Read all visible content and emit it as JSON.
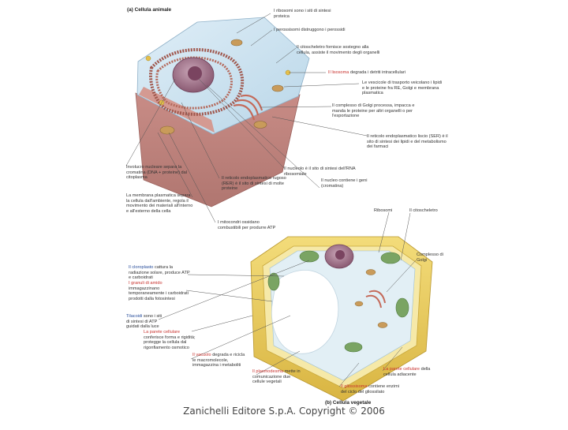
{
  "figure": {
    "title_animal": "(a) Cellula animale",
    "title_plant": "(b) Cellula vegetale",
    "copyright": "Zanichelli Editore S.p.A. Copyright © 2006"
  },
  "labels": {
    "ribosomi_liberi": "I ribosomi sono i siti di sintesi proteica",
    "perossisomi": "I perossisomi distruggono i perossidi",
    "citoscheletro": "Il citoscheletro fornisce sostegno alla cellula, assiste il movimento degli organelli",
    "lisosoma_name": "Il lisosoma",
    "lisosoma_text": " degrada i detriti intracellulari",
    "vescicole": "Le vescicole di trasporto veicolano i lipidi e le proteine fra RE, Golgi e membrana plasmatica",
    "golgi": "Il complesso di Golgi processa, impacca e manda le proteine per altri organelli o per l'esportazione",
    "rel": "Il reticolo endoplasmatico liscio (SER) è il sito di sintesi dei lipidi e del metabolismo dei farmaci",
    "nucleolo": "Il nucleolo è il sito di sintesi dell'RNA ribosomiale",
    "rer": "Il reticolo endoplasmatico rugoso (RER) è il sito di sintesi di molte proteine",
    "nucleo": "Il nucleo contiene i geni (cromatina)",
    "mitocondri": "I mitocondri ossidano combustibili per produrre ATP",
    "involucro": "Involucro nucleare separa la cromatina (DNA + proteine) dal citoplasma",
    "membrana": "La membrana plasmatica separa la cellula dall'ambiente, regola il movimento dei materiali all'interno e all'esterno della cella",
    "ribosomi": "Ribosomi",
    "citoscheletro2": "Il citoscheletro",
    "golgi2": "Complesso di Golgi",
    "cloroplasto_name": "Il cloroplasto",
    "cloroplasto_text": " cattura la radiazione solare, produce ATP e carboidrati",
    "amido_name": "I granuli di amido",
    "amido_text": " immagazzinano temporaneamente i carboidrati prodotti dalla fotosintesi",
    "tilacoidi_name": "Tilacoidi",
    "tilacoidi_text": " sono i siti di sintesi di ATP guidati dalla luce",
    "parete_name": "La parete cellulare",
    "parete_text": " conferisce forma e rigidità; protegge la cellula dal rigonfiamento osmotico",
    "vacuolo_name": "Il vacuolo",
    "vacuolo_text": " degrada e ricicla le macromolecole, immagazzina i metaboliti",
    "plasmodesma_name": "Il plasmodesma",
    "plasmodesma_text": " mette in comunicazione due cellule vegetali",
    "parete2_name": "La parete cellulare",
    "parete2_text": " della cellula adiacente",
    "gliossisoma_name": "Il gliossisoma",
    "gliossisoma_text": " contiene enzimi del ciclo del gliossilato"
  }
}
